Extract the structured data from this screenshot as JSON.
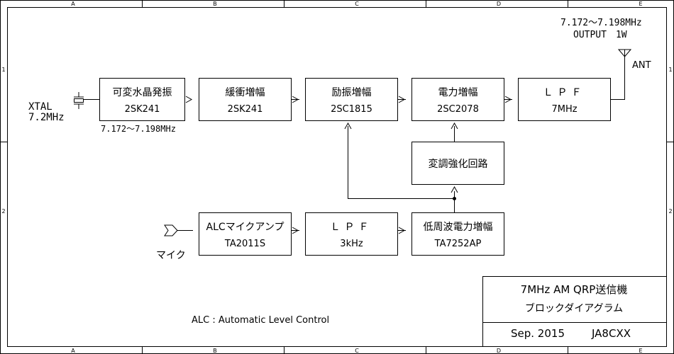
{
  "frame": {
    "col_labels": [
      "A",
      "B",
      "C",
      "D",
      "E"
    ],
    "row_labels": [
      "1",
      "2"
    ]
  },
  "blocks": {
    "vxo": {
      "title": "可変水晶発振",
      "part": "2SK241"
    },
    "buffer": {
      "title": "緩衝増幅",
      "part": "2SK241"
    },
    "driver": {
      "title": "励振増幅",
      "part": "2SC1815"
    },
    "power": {
      "title": "電力増幅",
      "part": "2SC2078"
    },
    "lpf_rf": {
      "title": "ＬＰＦ",
      "part": "7MHz"
    },
    "modulation": {
      "title": "変調強化回路"
    },
    "alc_amp": {
      "title": "ALCマイクアンプ",
      "part": "TA2011S"
    },
    "lpf_af": {
      "title": "ＬＰＦ",
      "part": "3kHz"
    },
    "af_power": {
      "title": "低周波電力増幅",
      "part": "TA7252AP"
    }
  },
  "labels": {
    "xtal_line1": "XTAL",
    "xtal_line2": "7.2MHz",
    "vxo_range": "7.172～7.198MHz",
    "output_freq": "7.172～7.198MHz",
    "output_power": "OUTPUT　1W",
    "antenna": "ANT",
    "mic": "マイク",
    "alc_note": "ALC : Automatic Level Control"
  },
  "title_block": {
    "title": "7MHz AM QRP送信機",
    "subtitle": "ブロックダイアグラム",
    "date": "Sep. 2015",
    "author": "JA8CXX"
  }
}
